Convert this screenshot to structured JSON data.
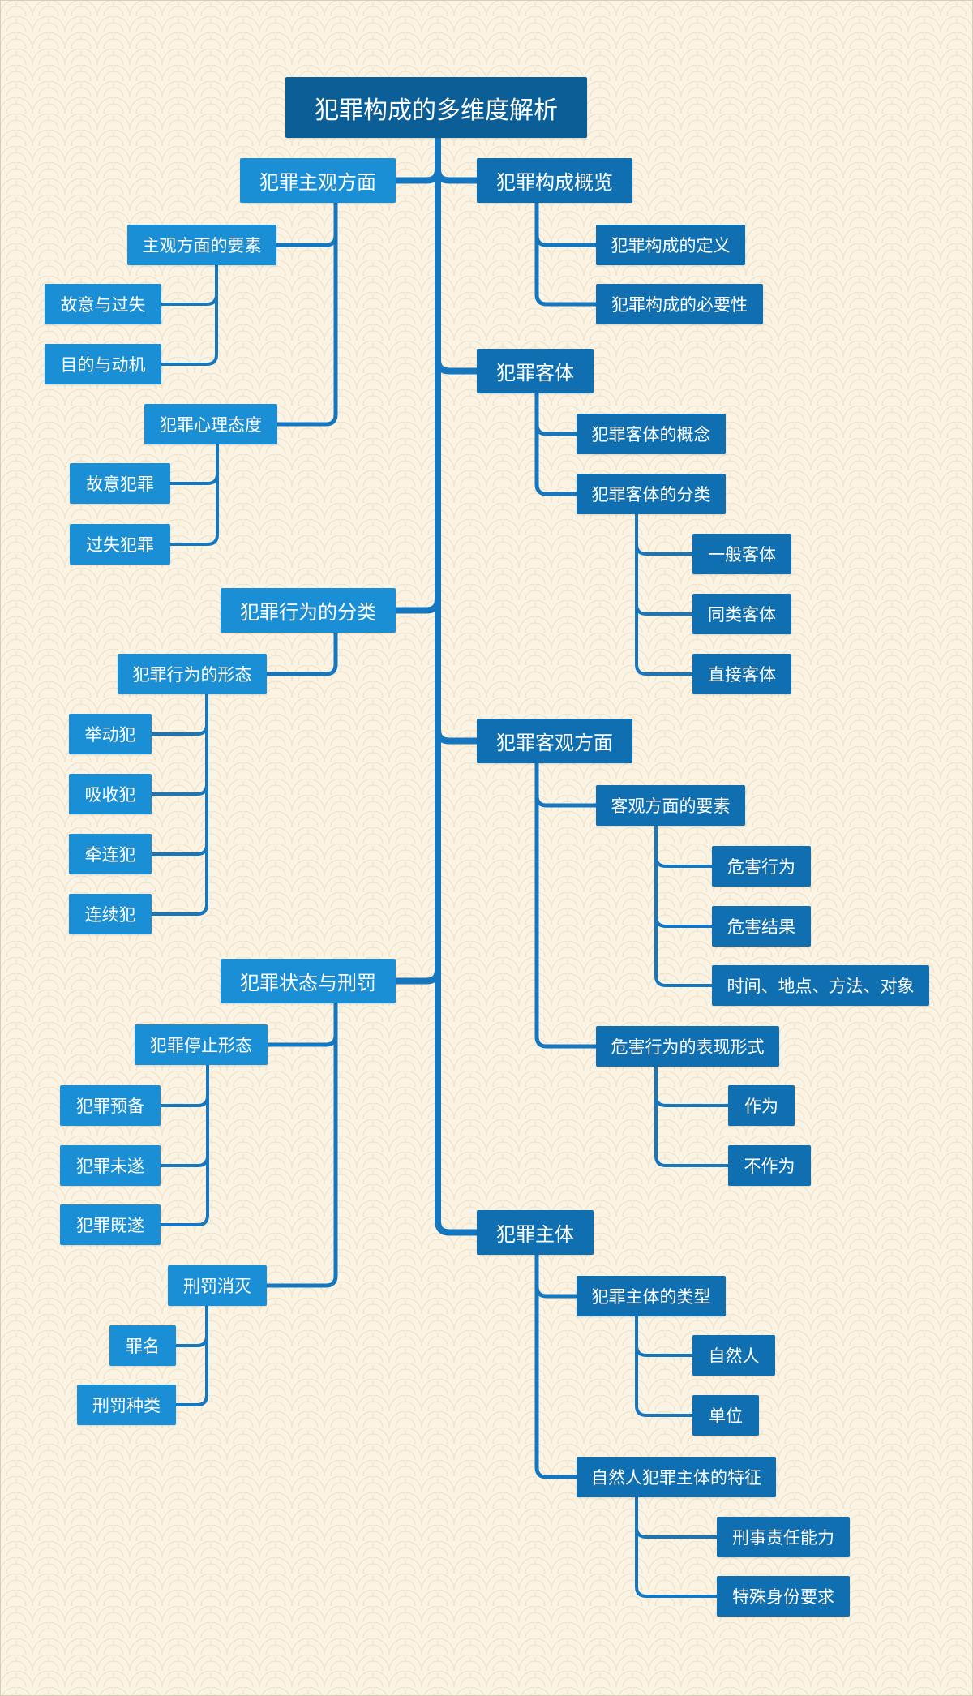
{
  "colors": {
    "background": "#fbf4e4",
    "root": "#0c5f96",
    "right_branch": "#0f6fb0",
    "left_branch": "#1a8fd6",
    "connector": "#1577c0"
  },
  "root": {
    "label": "犯罪构成的多维度解析",
    "children": [
      {
        "label": "犯罪构成概览",
        "side": "right",
        "children": [
          {
            "label": "犯罪构成的定义",
            "children": []
          },
          {
            "label": "犯罪构成的必要性",
            "children": []
          }
        ]
      },
      {
        "label": "犯罪客体",
        "side": "right",
        "children": [
          {
            "label": "犯罪客体的概念",
            "children": []
          },
          {
            "label": "犯罪客体的分类",
            "children": [
              {
                "label": "一般客体"
              },
              {
                "label": "同类客体"
              },
              {
                "label": "直接客体"
              }
            ]
          }
        ]
      },
      {
        "label": "犯罪客观方面",
        "side": "right",
        "children": [
          {
            "label": "客观方面的要素",
            "children": [
              {
                "label": "危害行为"
              },
              {
                "label": "危害结果"
              },
              {
                "label": "时间、地点、方法、对象"
              }
            ]
          },
          {
            "label": "危害行为的表现形式",
            "children": [
              {
                "label": "作为"
              },
              {
                "label": "不作为"
              }
            ]
          }
        ]
      },
      {
        "label": "犯罪主体",
        "side": "right",
        "children": [
          {
            "label": "犯罪主体的类型",
            "children": [
              {
                "label": "自然人"
              },
              {
                "label": "单位"
              }
            ]
          },
          {
            "label": "自然人犯罪主体的特征",
            "children": [
              {
                "label": "刑事责任能力"
              },
              {
                "label": "特殊身份要求"
              }
            ]
          }
        ]
      },
      {
        "label": "犯罪主观方面",
        "side": "left",
        "children": [
          {
            "label": "主观方面的要素",
            "children": [
              {
                "label": "故意与过失"
              },
              {
                "label": "目的与动机"
              }
            ]
          },
          {
            "label": "犯罪心理态度",
            "children": [
              {
                "label": "故意犯罪"
              },
              {
                "label": "过失犯罪"
              }
            ]
          }
        ]
      },
      {
        "label": "犯罪行为的分类",
        "side": "left",
        "children": [
          {
            "label": "犯罪行为的形态",
            "children": [
              {
                "label": "举动犯"
              },
              {
                "label": "吸收犯"
              },
              {
                "label": "牵连犯"
              },
              {
                "label": "连续犯"
              }
            ]
          }
        ]
      },
      {
        "label": "犯罪状态与刑罚",
        "side": "left",
        "children": [
          {
            "label": "犯罪停止形态",
            "children": [
              {
                "label": "犯罪预备"
              },
              {
                "label": "犯罪未遂"
              },
              {
                "label": "犯罪既遂"
              }
            ]
          },
          {
            "label": "刑罚消灭",
            "children": [
              {
                "label": "罪名"
              },
              {
                "label": "刑罚种类"
              }
            ]
          }
        ]
      }
    ]
  }
}
